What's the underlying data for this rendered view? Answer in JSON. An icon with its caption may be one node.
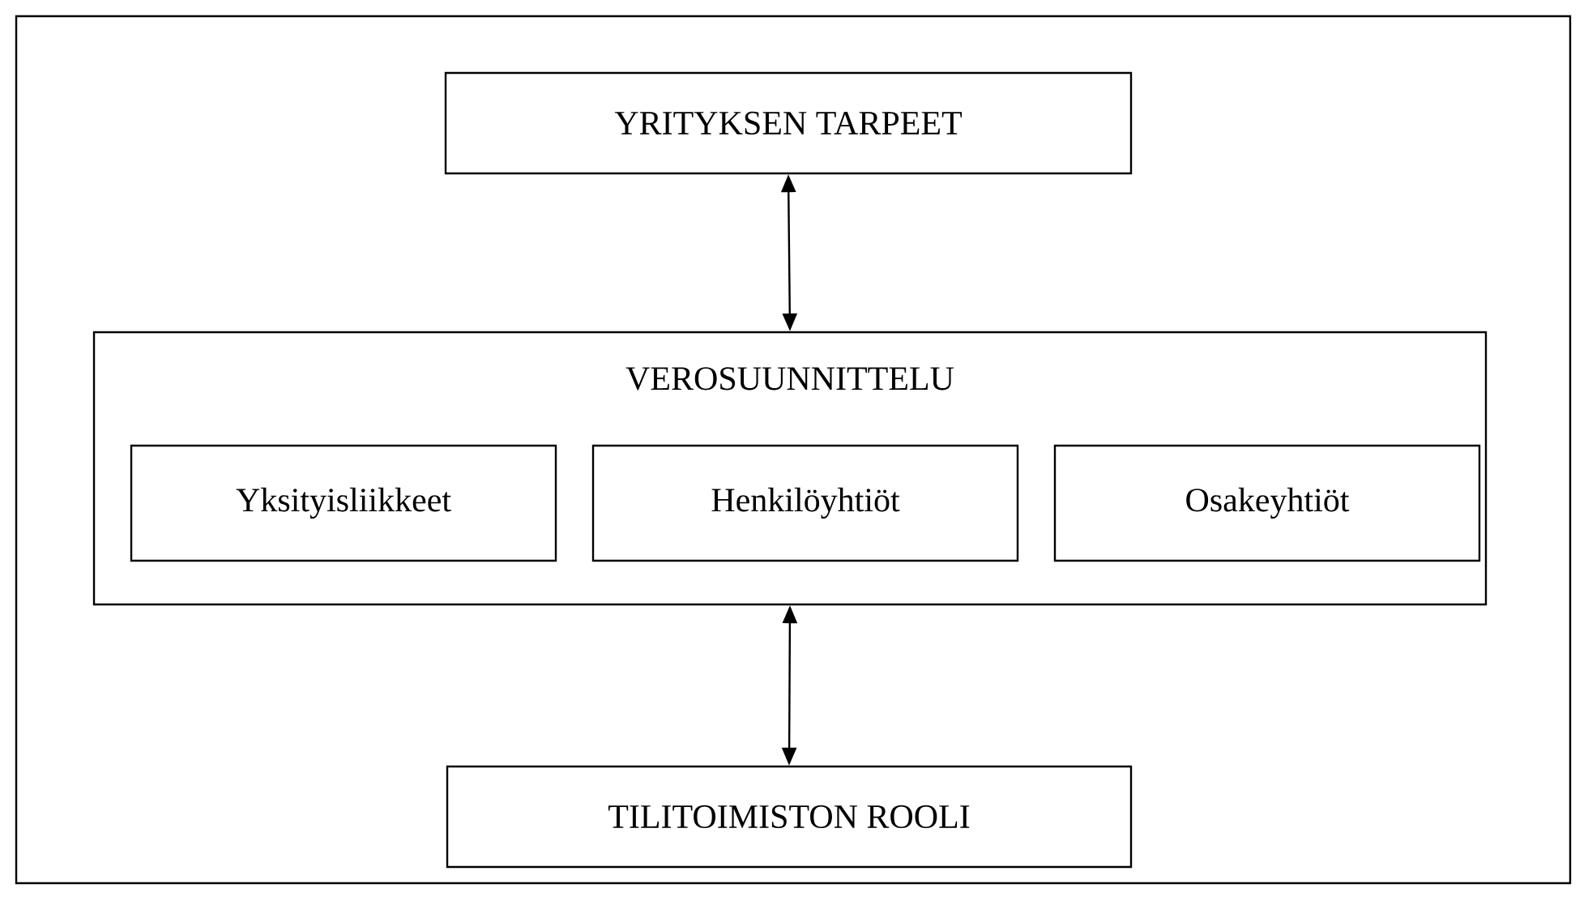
{
  "diagram": {
    "nodes": [
      {
        "text": [
          "YRITYKSEN TARPEET"
        ]
      },
      {
        "text": [
          "VEROSUUNNITTELU"
        ]
      },
      {
        "text": [
          "Yksityisliikkeet"
        ],
        "in": 1
      },
      {
        "text": [
          "Henkilöyhtiöt"
        ],
        "in": 1
      },
      {
        "text": [
          "Osakeyhtiöt"
        ],
        "in": 1
      },
      {
        "text": [
          "TILITOIMISTON ROOLI"
        ]
      }
    ],
    "edges": [
      {
        "from": 0,
        "to": 1,
        "arrow": "both"
      },
      {
        "from": 1,
        "to": 5,
        "arrow": "both"
      }
    ]
  }
}
